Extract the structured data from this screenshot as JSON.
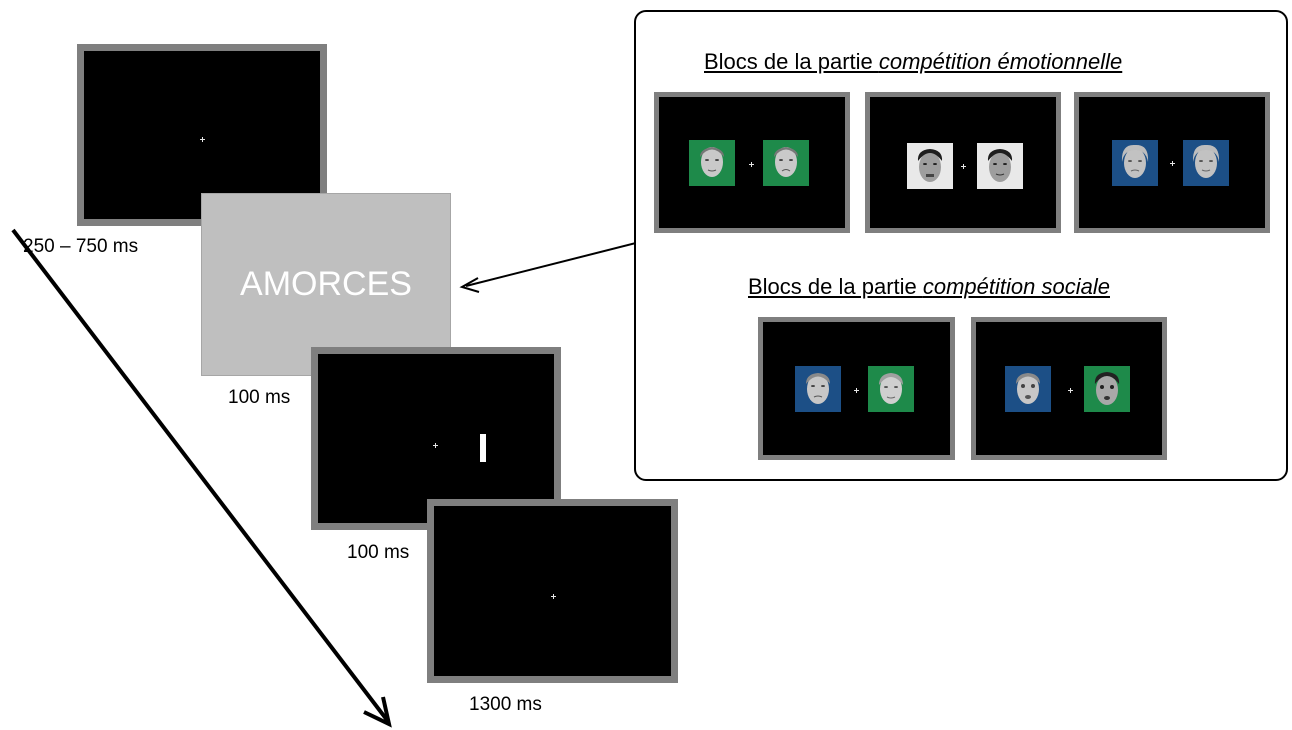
{
  "timeline": {
    "fixation_duration": "250 – 750 ms",
    "prime_label": "AMORCES",
    "prime_duration": "100 ms",
    "target_duration": "100 ms",
    "response_duration": "1300 ms"
  },
  "panel": {
    "emotional_title_prefix": "Blocs de la partie ",
    "emotional_title_italic": "compétition émotionnelle",
    "social_title_prefix": "Blocs de la partie ",
    "social_title_italic": "compétition sociale"
  },
  "colors": {
    "screen_border": "#7f7f7f",
    "prime_fill": "#bfbfbf",
    "green_background": "#1e8a4a",
    "blue_background": "#1c4f86",
    "white_background": "#e9e9e9"
  }
}
